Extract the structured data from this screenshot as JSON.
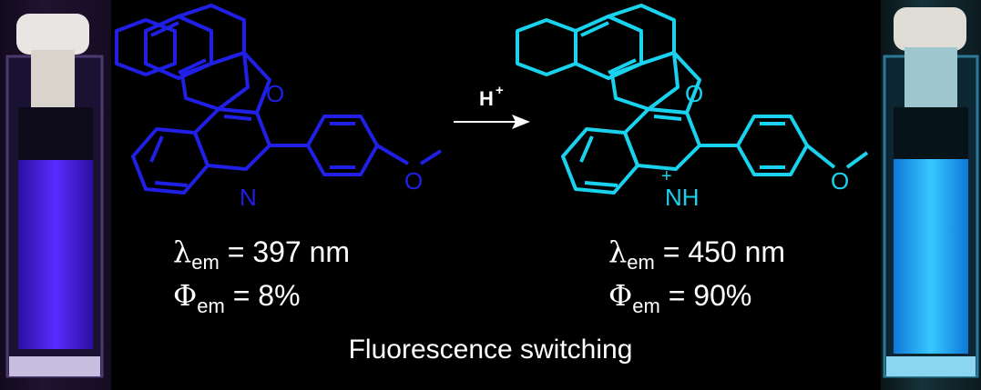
{
  "left": {
    "heteroatom_o": "O",
    "heteroatom_n": "N",
    "lambda_symbol": "λ",
    "phi_symbol": "Φ",
    "subscript": "em",
    "lambda_value": " = 397 nm",
    "phi_value": " = 8%",
    "color": "#1f1fe6"
  },
  "arrow": {
    "reagent_base": "H",
    "reagent_charge": "+"
  },
  "right": {
    "heteroatom_o": "O",
    "heteroatom_o2": "O",
    "heteroatom_nh": "NH",
    "charge": "+",
    "lambda_symbol": "λ",
    "phi_symbol": "Φ",
    "subscript": "em",
    "lambda_value": " = 450 nm",
    "phi_value": " = 90%",
    "color": "#19d2ee"
  },
  "left_methoxy_o": "O",
  "caption": "Fluorescence switching",
  "vials": {
    "left_glow": "#5a2cff",
    "right_glow": "#2fb8ff"
  }
}
